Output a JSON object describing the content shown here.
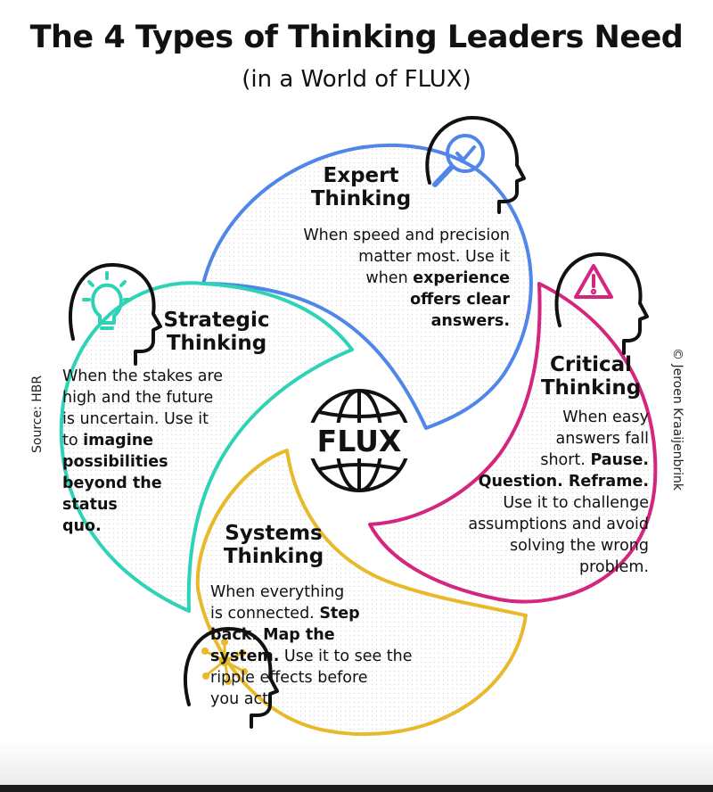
{
  "title": "The 4 Types of Thinking Leaders Need",
  "subtitle": "(in a World of FLUX)",
  "center_label": "FLUX",
  "source": "Source: HBR",
  "copyright": "© Jeroen Kraaijenbrink",
  "colors": {
    "expert": "#4f86e8",
    "critical": "#d4267f",
    "systems": "#e8b92a",
    "strategic": "#2ed3b7"
  },
  "sections": {
    "expert": {
      "heading": [
        "Expert",
        "Thinking"
      ],
      "icon": "magnifier-check-head-icon",
      "lines": [
        [
          {
            "t": "When speed and precision",
            "b": false
          }
        ],
        [
          {
            "t": "matter most. Use it",
            "b": false
          }
        ],
        [
          {
            "t": "when ",
            "b": false
          },
          {
            "t": "experience",
            "b": true
          }
        ],
        [
          {
            "t": "offers clear",
            "b": true
          }
        ],
        [
          {
            "t": "answers.",
            "b": true
          }
        ]
      ]
    },
    "critical": {
      "heading": [
        "Critical",
        "Thinking"
      ],
      "icon": "warning-head-icon",
      "lines": [
        [
          {
            "t": "When easy",
            "b": false
          }
        ],
        [
          {
            "t": "answers fall",
            "b": false
          }
        ],
        [
          {
            "t": "short. ",
            "b": false
          },
          {
            "t": "Pause.",
            "b": true
          }
        ],
        [
          {
            "t": "Question. Reframe.",
            "b": true
          }
        ],
        [
          {
            "t": "Use it to challenge",
            "b": false
          }
        ],
        [
          {
            "t": "assumptions and avoid",
            "b": false
          }
        ],
        [
          {
            "t": "solving the wrong",
            "b": false
          }
        ],
        [
          {
            "t": "problem.",
            "b": false
          }
        ]
      ]
    },
    "systems": {
      "heading": [
        "Systems",
        "Thinking"
      ],
      "icon": "network-head-icon",
      "lines": [
        [
          {
            "t": "When everything",
            "b": false
          }
        ],
        [
          {
            "t": "is connected. ",
            "b": false
          },
          {
            "t": "Step",
            "b": true
          }
        ],
        [
          {
            "t": "back. Map the",
            "b": true
          }
        ],
        [
          {
            "t": "system.",
            "b": true
          },
          {
            "t": " Use it to see the",
            "b": false
          }
        ],
        [
          {
            "t": "ripple effects before",
            "b": false
          }
        ],
        [
          {
            "t": "you act.",
            "b": false
          }
        ]
      ]
    },
    "strategic": {
      "heading": [
        "Strategic",
        "Thinking"
      ],
      "icon": "lightbulb-head-icon",
      "lines": [
        [
          {
            "t": "When the stakes are",
            "b": false
          }
        ],
        [
          {
            "t": "high and the future",
            "b": false
          }
        ],
        [
          {
            "t": "is uncertain. Use it",
            "b": false
          }
        ],
        [
          {
            "t": "to ",
            "b": false
          },
          {
            "t": "imagine",
            "b": true
          }
        ],
        [
          {
            "t": "possibilities",
            "b": true
          }
        ],
        [
          {
            "t": "beyond the",
            "b": true
          }
        ],
        [
          {
            "t": "status",
            "b": true
          }
        ],
        [
          {
            "t": "quo.",
            "b": true
          }
        ]
      ]
    }
  }
}
